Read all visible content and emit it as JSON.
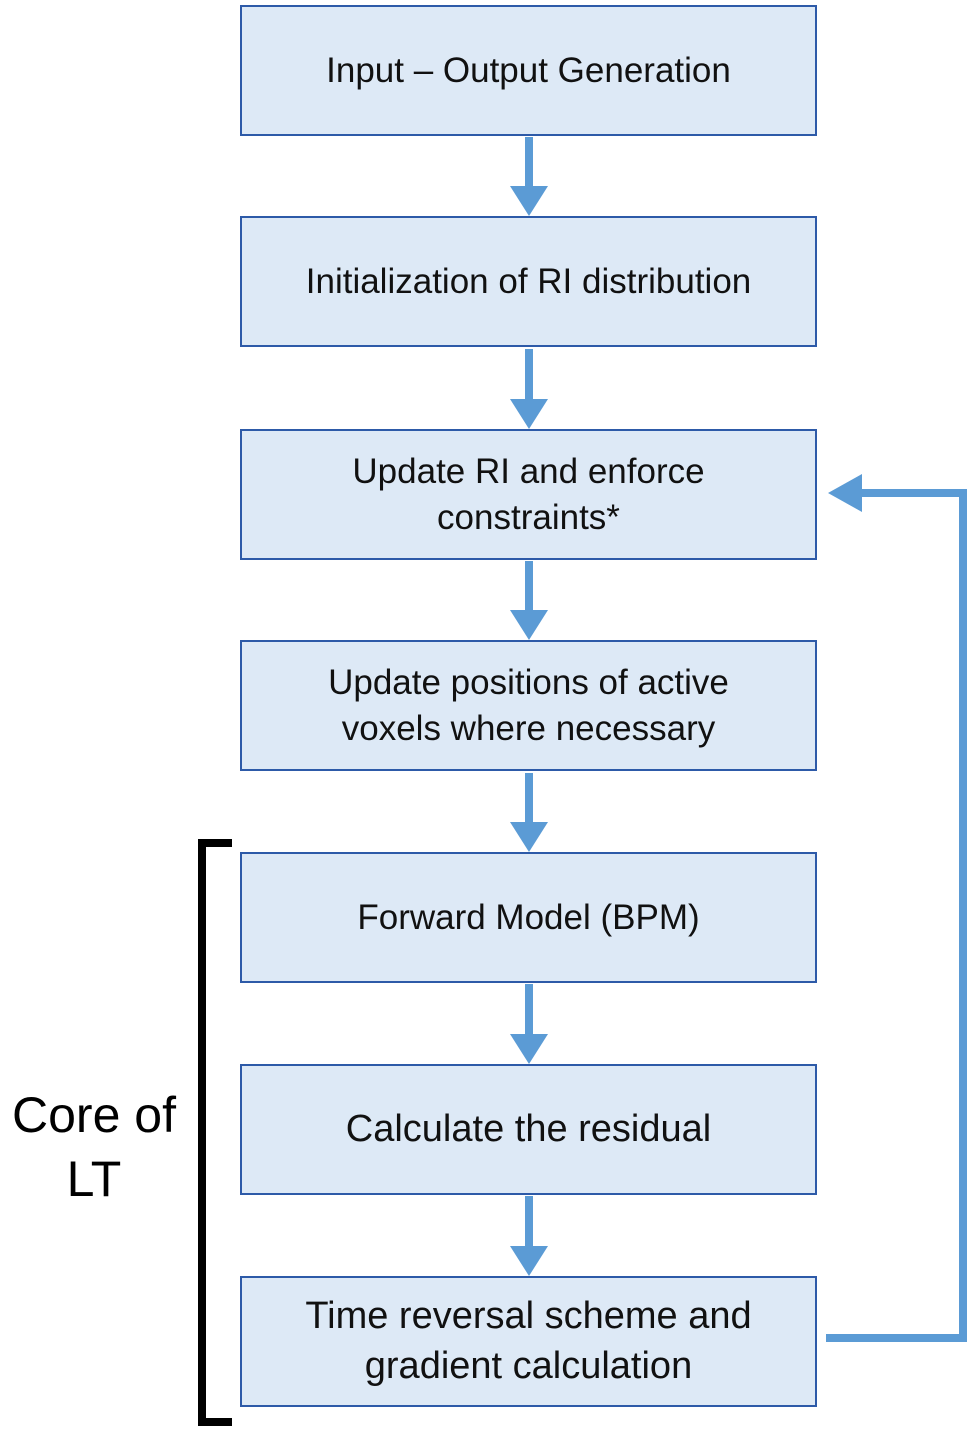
{
  "colors": {
    "box_fill": "#dde9f6",
    "box_border": "#2d5aa8",
    "arrow": "#5b9bd5",
    "bracket": "#000000"
  },
  "steps": [
    {
      "label": "Input – Output Generation"
    },
    {
      "label": "Initialization of RI distribution"
    },
    {
      "label": "Update RI and enforce\nconstraints*"
    },
    {
      "label": "Update positions of active\nvoxels where necessary"
    },
    {
      "label": "Forward Model (BPM)"
    },
    {
      "label": "Calculate the residual"
    },
    {
      "label": "Time reversal scheme and\ngradient calculation"
    }
  ],
  "bracket": {
    "label": "Core of\nLT"
  }
}
